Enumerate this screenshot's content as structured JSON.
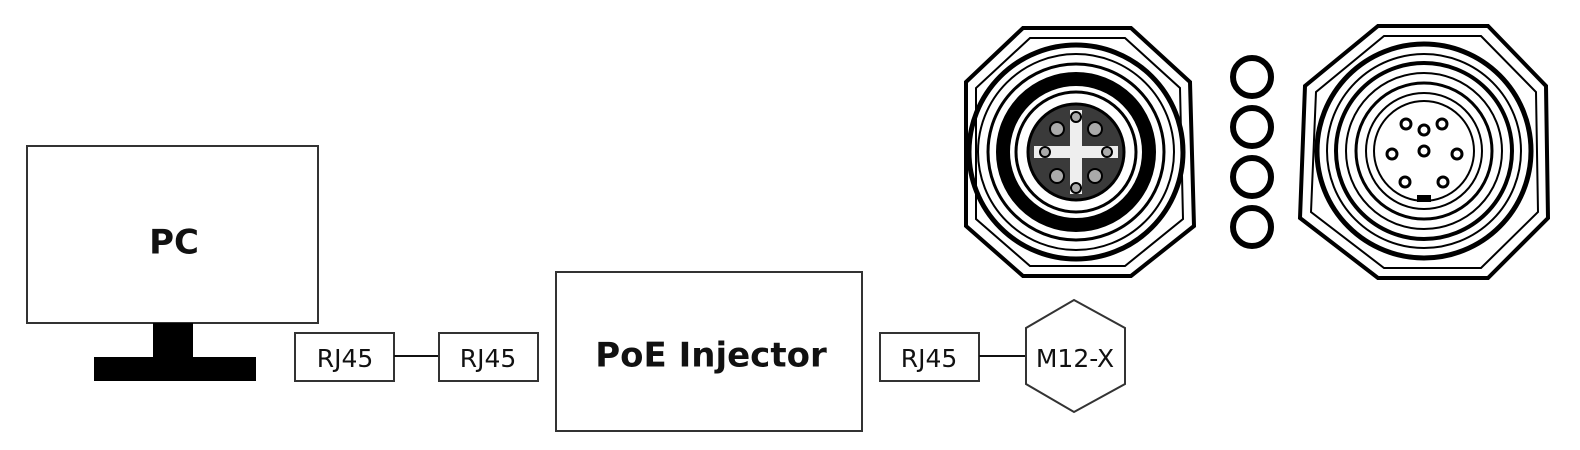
{
  "diagram": {
    "pc_label": "PC",
    "injector_label": "PoE Injector",
    "rj45_pc_side": "RJ45",
    "rj45_injector_in": "RJ45",
    "rj45_injector_out": "RJ45",
    "m12_label": "M12-X",
    "icons": [
      "monitor-icon",
      "m12-female-connector-icon",
      "m12-male-connector-icon",
      "o-ring-icon"
    ],
    "o_ring_count": 4
  }
}
